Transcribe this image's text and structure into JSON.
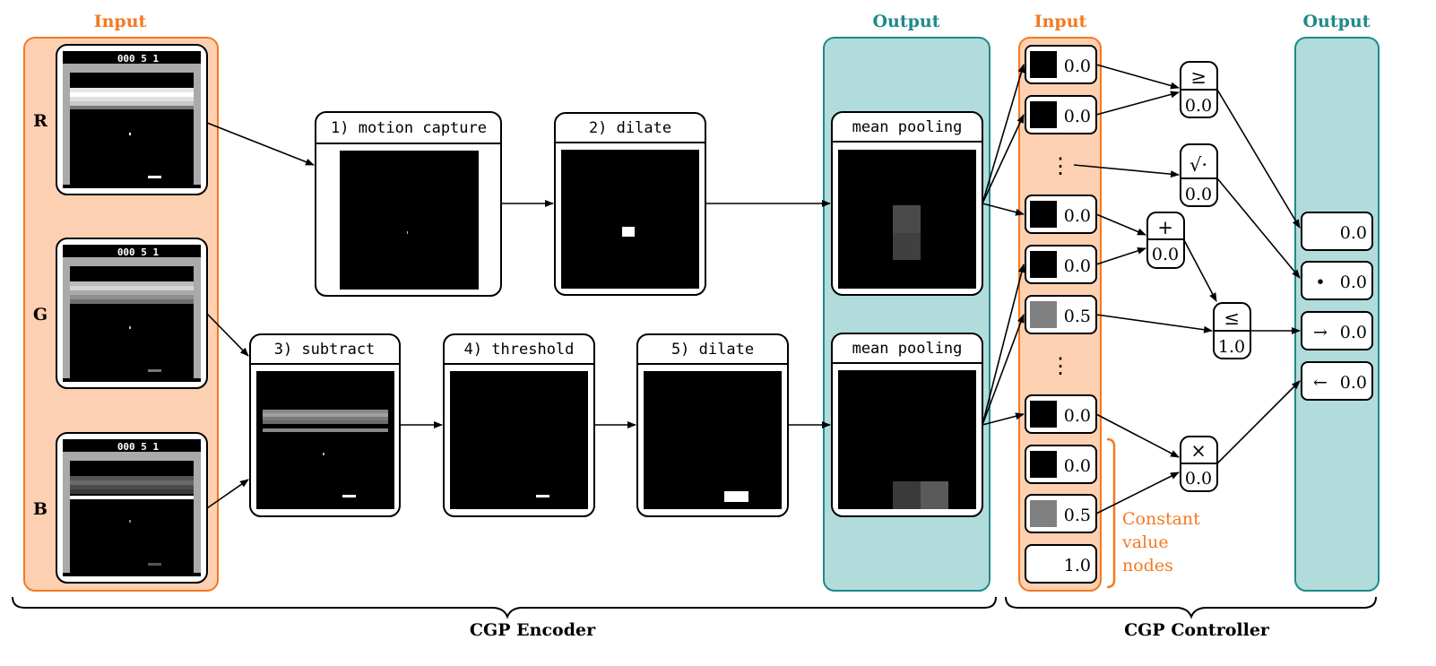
{
  "colors": {
    "input_fill": "#fdd0b1",
    "input_stroke": "#f47920",
    "output_fill": "#b2dcdc",
    "output_stroke": "#1f8a8a",
    "input_title": "#f47920",
    "output_title": "#1f8a8a"
  },
  "encoder": {
    "input_title": "Input",
    "output_title": "Output",
    "channels": [
      "R",
      "G",
      "B"
    ],
    "score_text": "000 5 1",
    "steps": [
      {
        "label": "1) motion capture"
      },
      {
        "label": "2) dilate"
      },
      {
        "label": "3) subtract"
      },
      {
        "label": "4) threshold"
      },
      {
        "label": "5) dilate"
      }
    ],
    "pooling": [
      {
        "label": "mean pooling"
      },
      {
        "label": "mean pooling"
      }
    ],
    "caption": "CGP Encoder"
  },
  "controller": {
    "input_title": "Input",
    "output_title": "Output",
    "inputs": [
      {
        "value": "0.0",
        "swatch": "black"
      },
      {
        "value": "0.0",
        "swatch": "black"
      },
      {
        "value": "0.0",
        "swatch": "black"
      },
      {
        "value": "0.0",
        "swatch": "black"
      },
      {
        "value": "0.5",
        "swatch": "gray"
      },
      {
        "value": "0.0",
        "swatch": "black"
      },
      {
        "value": "0.0",
        "swatch": "black"
      },
      {
        "value": "0.5",
        "swatch": "gray"
      },
      {
        "value": "1.0",
        "swatch": "none"
      }
    ],
    "ellipsis": "⋮",
    "functions": [
      {
        "op": "≥",
        "value": "0.0"
      },
      {
        "op": "√·",
        "value": "0.0"
      },
      {
        "op": "+",
        "value": "0.0"
      },
      {
        "op": "≤",
        "value": "1.0"
      },
      {
        "op": "×",
        "value": "0.0"
      }
    ],
    "outputs": [
      {
        "symbol": "",
        "value": "0.0"
      },
      {
        "symbol": "•",
        "value": "0.0"
      },
      {
        "symbol": "→",
        "value": "0.0"
      },
      {
        "symbol": "←",
        "value": "0.0"
      }
    ],
    "constant_note": [
      "Constant",
      "value",
      "nodes"
    ],
    "caption": "CGP Controller"
  }
}
